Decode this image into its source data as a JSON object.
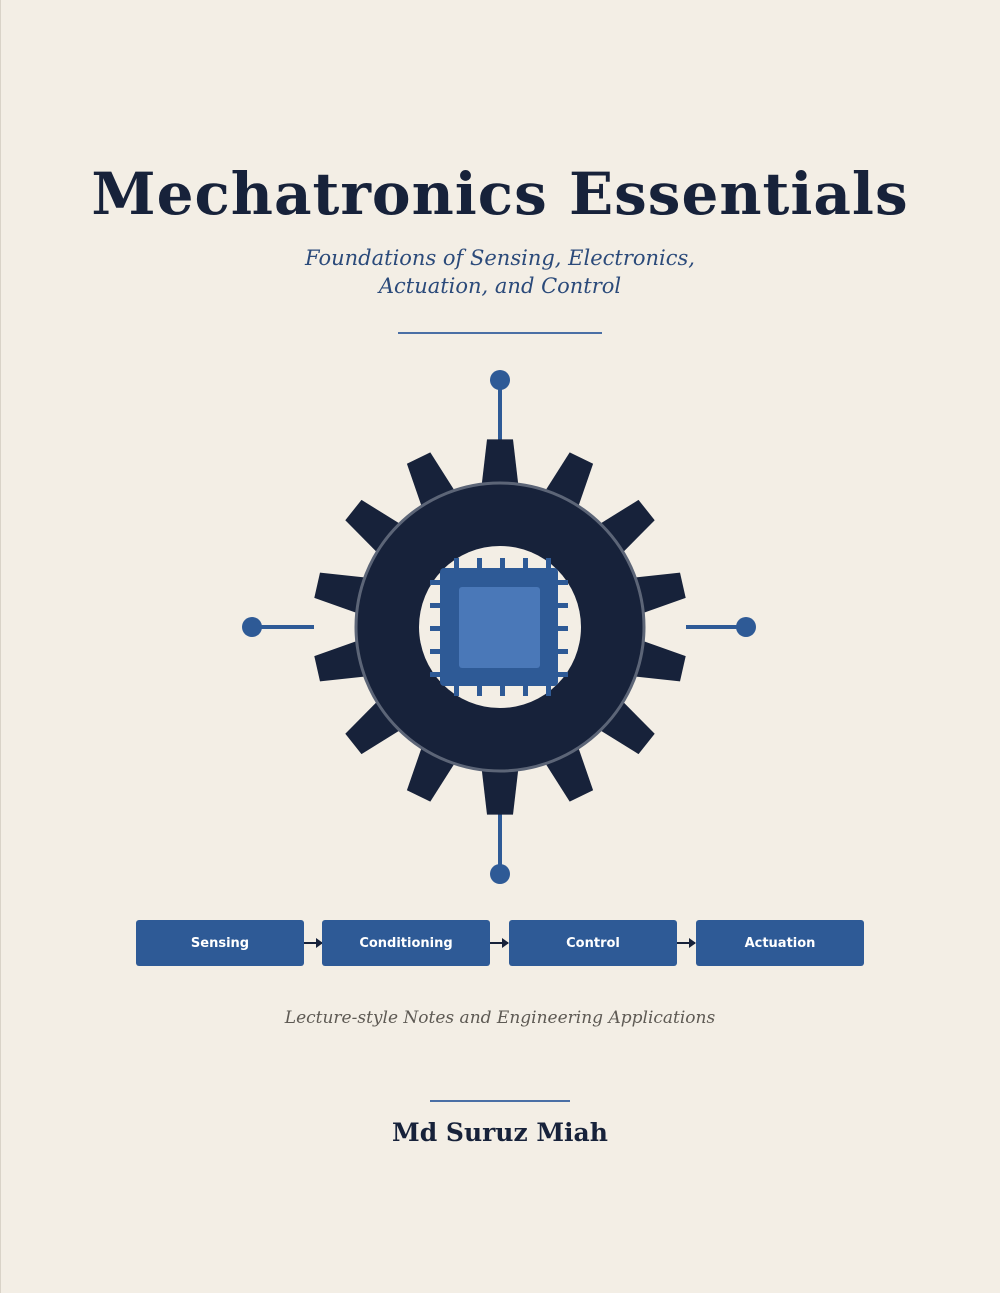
{
  "cover": {
    "title": "Mechatronics Essentials",
    "subtitle_line1": "Foundations of Sensing, Electronics,",
    "subtitle_line2": "Actuation, and Control",
    "tagline": "Lecture-style Notes and Engineering Applications",
    "author": "Md Suruz Miah"
  },
  "emblem": {
    "gear_icon": "gear-icon",
    "chip_icon": "microchip-icon",
    "gear_teeth": 14
  },
  "flow": {
    "steps": [
      "Sensing",
      "Conditioning",
      "Control",
      "Actuation"
    ]
  },
  "colors": {
    "background": "#f3eee5",
    "navy": "#17223a",
    "accent_blue": "#2e5a96",
    "chip_light": "#4a78b8",
    "gray_text": "#5e5a54"
  }
}
